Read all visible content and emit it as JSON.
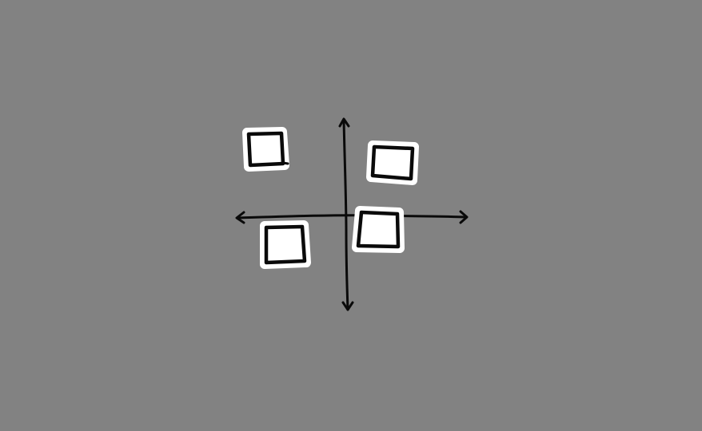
{
  "background_color": "#828282",
  "stroke_color": "#0a0a0a",
  "box_fill": "#ffffff",
  "axes": {
    "horizontal_arrow": "double-headed",
    "vertical_arrow": "double-headed"
  },
  "quadrant_boxes": [
    {
      "quadrant": "top-left"
    },
    {
      "quadrant": "top-right"
    },
    {
      "quadrant": "bottom-left"
    },
    {
      "quadrant": "origin-bottom-right"
    }
  ]
}
